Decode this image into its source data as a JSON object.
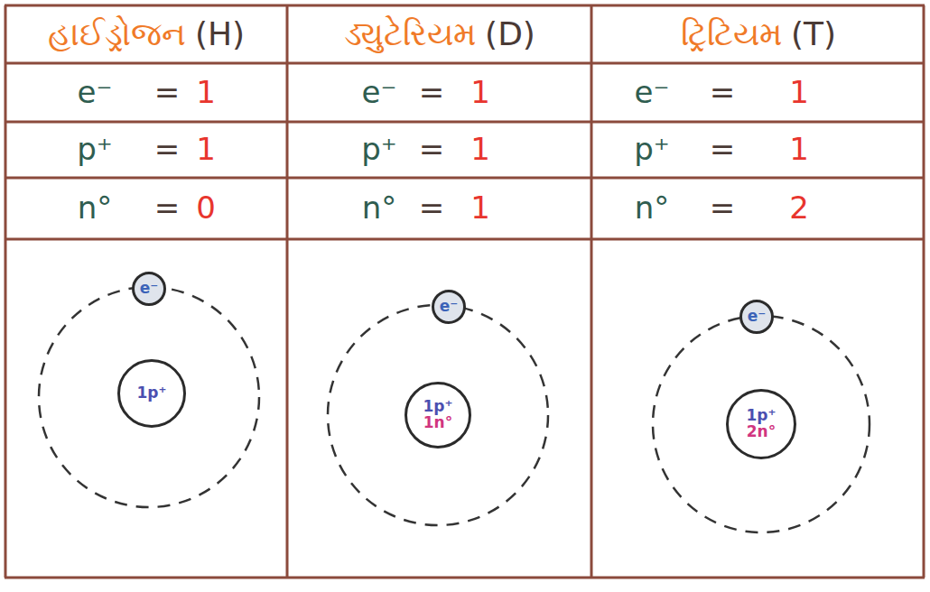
{
  "diagram": {
    "nodes": [
      {
        "text": [
          "e⁻"
        ]
      },
      {
        "text": [
          "1p⁺"
        ]
      },
      {
        "text": [
          "e⁻"
        ]
      },
      {
        "text": [
          "1p⁺",
          "1n°"
        ]
      },
      {
        "text": [
          "e⁻"
        ]
      },
      {
        "text": [
          "1p⁺",
          "2n°"
        ]
      }
    ],
    "labels": [
      "હાઈડ્રોજન",
      "(H)",
      "ડ્યુટેરિયમ",
      "(D)",
      "ટ્રિટિયમ",
      "(T)",
      "e⁻",
      "=",
      "1",
      "e⁻",
      "=",
      "1",
      "e⁻",
      "=",
      "1",
      "p⁺",
      "=",
      "1",
      "p⁺",
      "=",
      "1",
      "p⁺",
      "=",
      "1",
      "n°",
      "=",
      "0",
      "n°",
      "=",
      "1",
      "n°",
      "=",
      "2"
    ]
  }
}
